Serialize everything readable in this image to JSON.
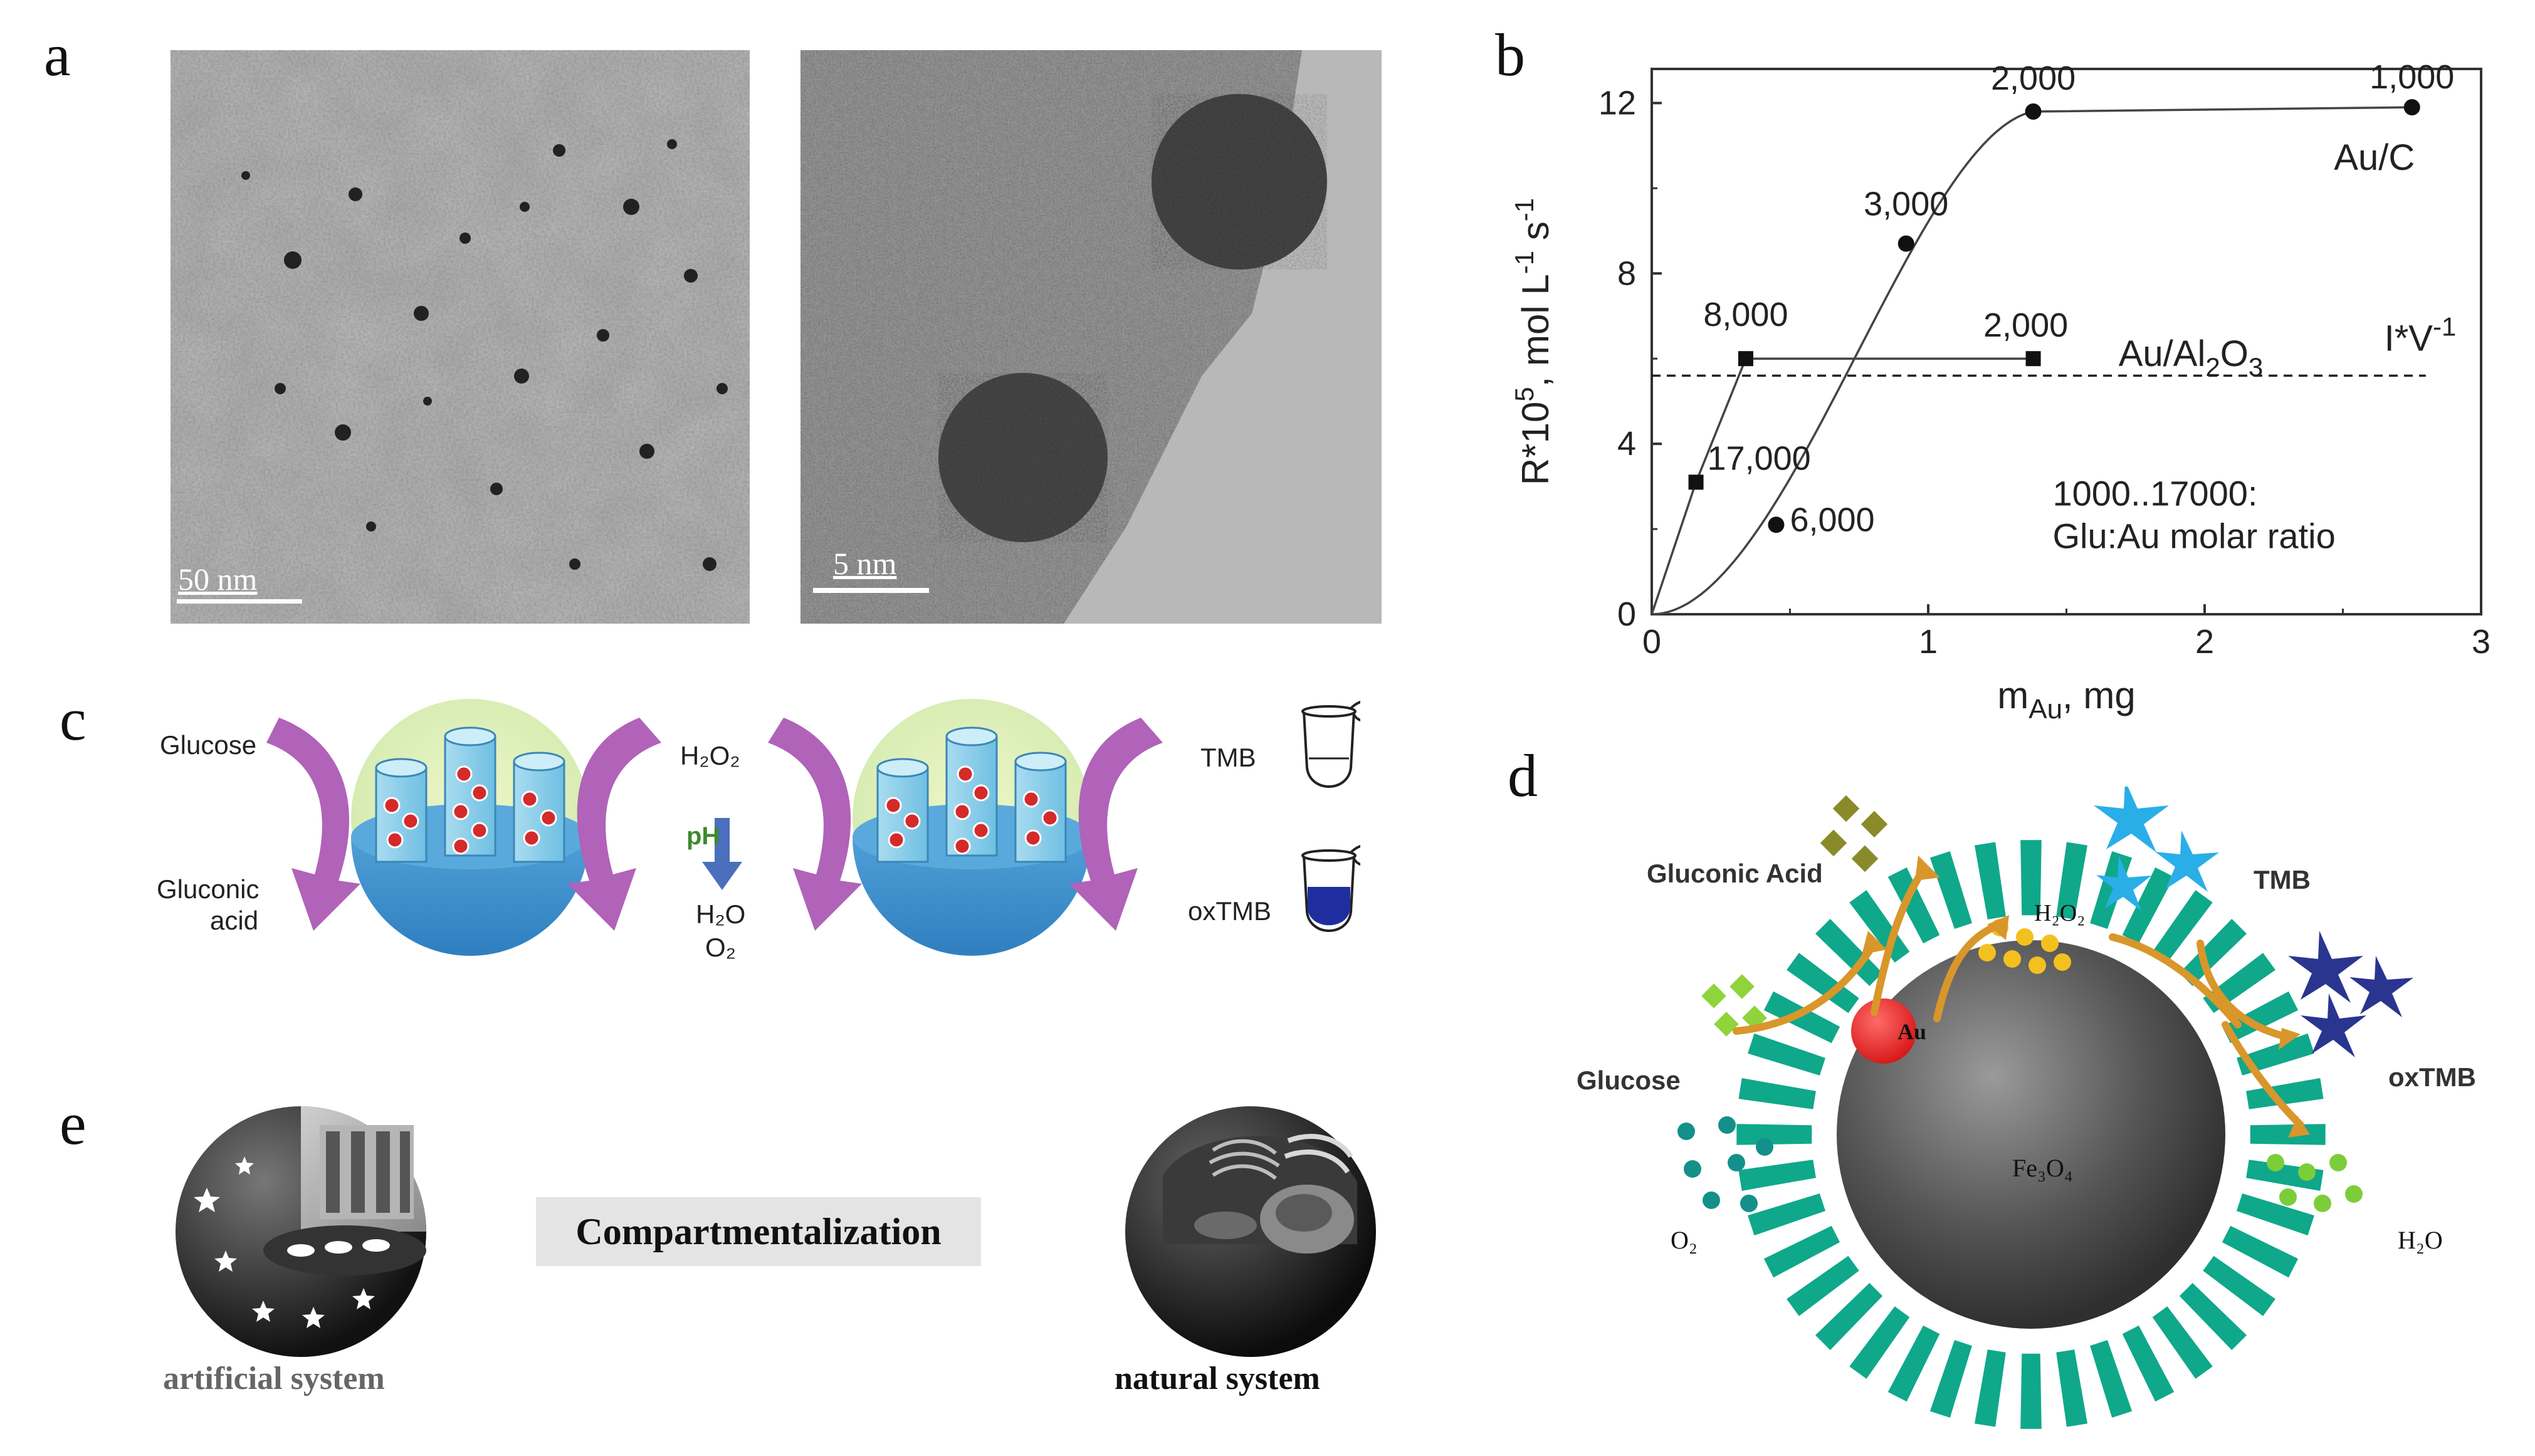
{
  "panels": {
    "a": {
      "letter": "a",
      "scale_left": "50 nm",
      "scale_right": "5 nm"
    },
    "b": {
      "letter": "b"
    },
    "c": {
      "letter": "c",
      "glucose": "Glucose",
      "gluconic_1": "Gluconic",
      "gluconic_2": "acid",
      "h2o2": "H₂O₂",
      "ph": "pH",
      "h2o": "H₂O",
      "o2": "O₂",
      "tmb": "TMB",
      "oxtmb": "oxTMB"
    },
    "d": {
      "letter": "d",
      "gluconic_acid": "Gluconic Acid",
      "glucose": "Glucose",
      "o2": "O₂",
      "h2o2": "H₂O₂",
      "au": "Au",
      "fe3o4": "Fe₃O₄",
      "tmb": "TMB",
      "oxtmb": "oxTMB",
      "h2o": "H₂O"
    },
    "e": {
      "letter": "e",
      "compartmentalization": "Compartmentalization",
      "artificial": "artificial system",
      "natural": "natural system"
    }
  },
  "chart_data": {
    "type": "scatter",
    "xlabel": "m_Au, mg",
    "ylabel": "R*10^5, mol L^-1 s^-1",
    "xlim": [
      0,
      3
    ],
    "ylim": [
      0,
      12.8
    ],
    "x_ticks": [
      "0",
      "1",
      "2",
      "3"
    ],
    "y_ticks": [
      "0",
      "4",
      "8",
      "12"
    ],
    "series": [
      {
        "name": "Au/C",
        "marker": "circle",
        "points": [
          {
            "x": 0.45,
            "y": 2.1,
            "label": "6,000"
          },
          {
            "x": 0.92,
            "y": 8.7,
            "label": "3,000"
          },
          {
            "x": 1.38,
            "y": 11.8,
            "label": "2,000"
          },
          {
            "x": 2.75,
            "y": 11.9,
            "label": "1,000"
          }
        ]
      },
      {
        "name": "Au/Al2O3",
        "marker": "square",
        "points": [
          {
            "x": 0.16,
            "y": 3.1,
            "label": "17,000"
          },
          {
            "x": 0.34,
            "y": 6.0,
            "label": "8,000"
          },
          {
            "x": 1.38,
            "y": 6.0,
            "label": "2,000"
          }
        ]
      }
    ],
    "reference_line": {
      "label": "I*V^-1",
      "y": 5.6
    },
    "annotation_1": "1000..17000:",
    "annotation_2": "Glu:Au molar ratio"
  }
}
